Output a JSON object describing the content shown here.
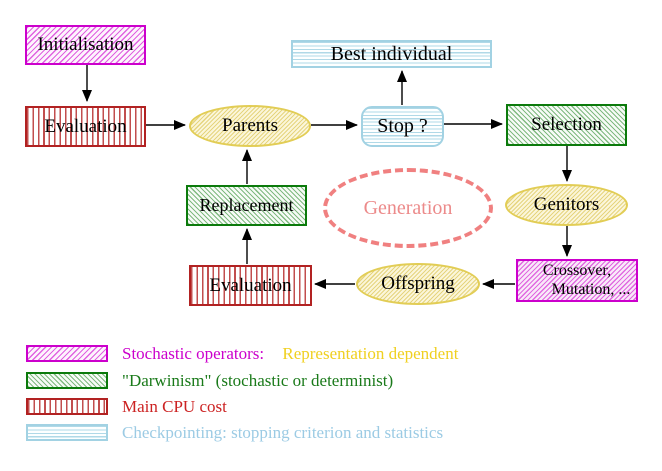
{
  "diagram": {
    "nodes": {
      "initialisation": {
        "label": "Initialisation"
      },
      "evaluation_top": {
        "label": "Evaluation"
      },
      "parents": {
        "label": "Parents"
      },
      "best_individual": {
        "label": "Best individual"
      },
      "stop": {
        "label": "Stop ?"
      },
      "selection": {
        "label": "Selection"
      },
      "replacement": {
        "label": "Replacement"
      },
      "generation": {
        "label": "Generation"
      },
      "genitors": {
        "label": "Genitors"
      },
      "evaluation_bottom": {
        "label": "Evaluation"
      },
      "offspring": {
        "label": "Offspring"
      },
      "crossover": {
        "line1": "Crossover,",
        "line2": "Mutation, ..."
      }
    },
    "arrows": [
      "initialisation-to-evaluation",
      "evaluation-to-parents",
      "parents-to-stop",
      "stop-to-best-individual",
      "stop-to-selection",
      "selection-to-genitors",
      "genitors-to-crossover",
      "crossover-to-offspring",
      "offspring-to-evaluation",
      "evaluation-to-replacement",
      "replacement-to-parents"
    ]
  },
  "legend": {
    "stochastic": {
      "label": "Stochastic operators:",
      "suffix": "Representation dependent"
    },
    "darwinism": {
      "label": "\"Darwinism\" (stochastic or determinist)"
    },
    "cpu": {
      "label": "Main CPU cost"
    },
    "checkpointing": {
      "label": "Checkpointing: stopping criterion and statistics"
    }
  },
  "colors": {
    "stochastic_magenta": "#CC00CC",
    "darwinism_green": "#0B7A0B",
    "cpu_cost_red": "#B22222",
    "checkpointing_blue": "#9CCBE4",
    "representation_yellow": "#F0D020",
    "data_node_yellow": "#E2CD55",
    "generation_pink": "#F08080",
    "arrow_black": "#000000"
  }
}
